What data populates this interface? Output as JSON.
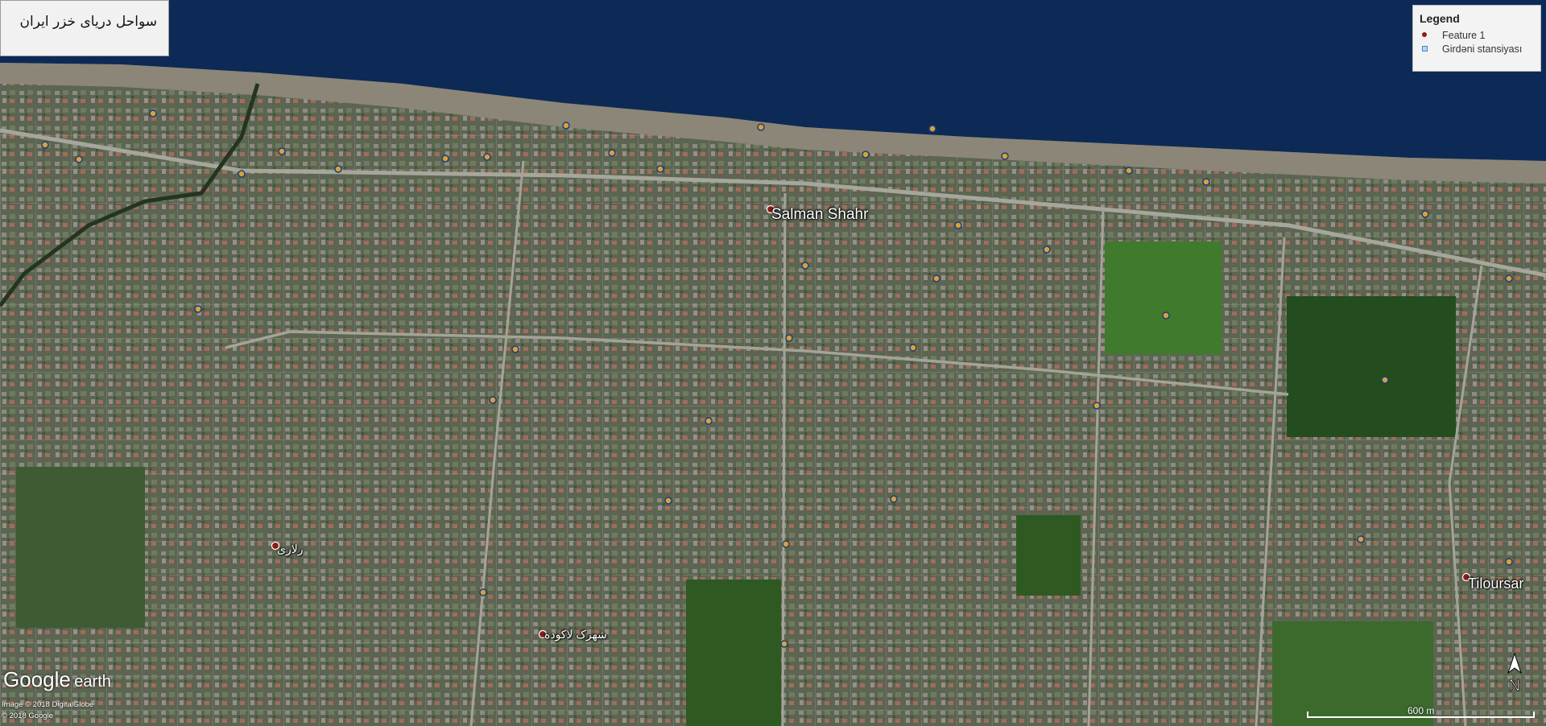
{
  "map": {
    "title": "سواحل دریای خزر ایران",
    "legend": {
      "title": "Legend",
      "items": [
        {
          "label": "Feature 1",
          "symbol": "red-dot",
          "color": "#8e1a1a"
        },
        {
          "label": "Girdəni stansiyası",
          "symbol": "blue-square",
          "color": "#4c7fd0"
        }
      ]
    },
    "places": [
      {
        "name": "Salman Shahr"
      },
      {
        "name": "رلاری"
      },
      {
        "name": "شهرک لاکوده"
      },
      {
        "name": "Tiloursar"
      }
    ],
    "logo": {
      "brand_main": "Google",
      "brand_sub": "earth"
    },
    "credits": [
      "Image © 2018 DigitalGlobe",
      "© 2018 Google"
    ],
    "scale": {
      "label": "600 m"
    },
    "north_label": "N",
    "colors": {
      "sea": "#0d2a56",
      "beach": "#8c8678",
      "land": "#56634a",
      "vegetation": "#2e5a22"
    }
  }
}
